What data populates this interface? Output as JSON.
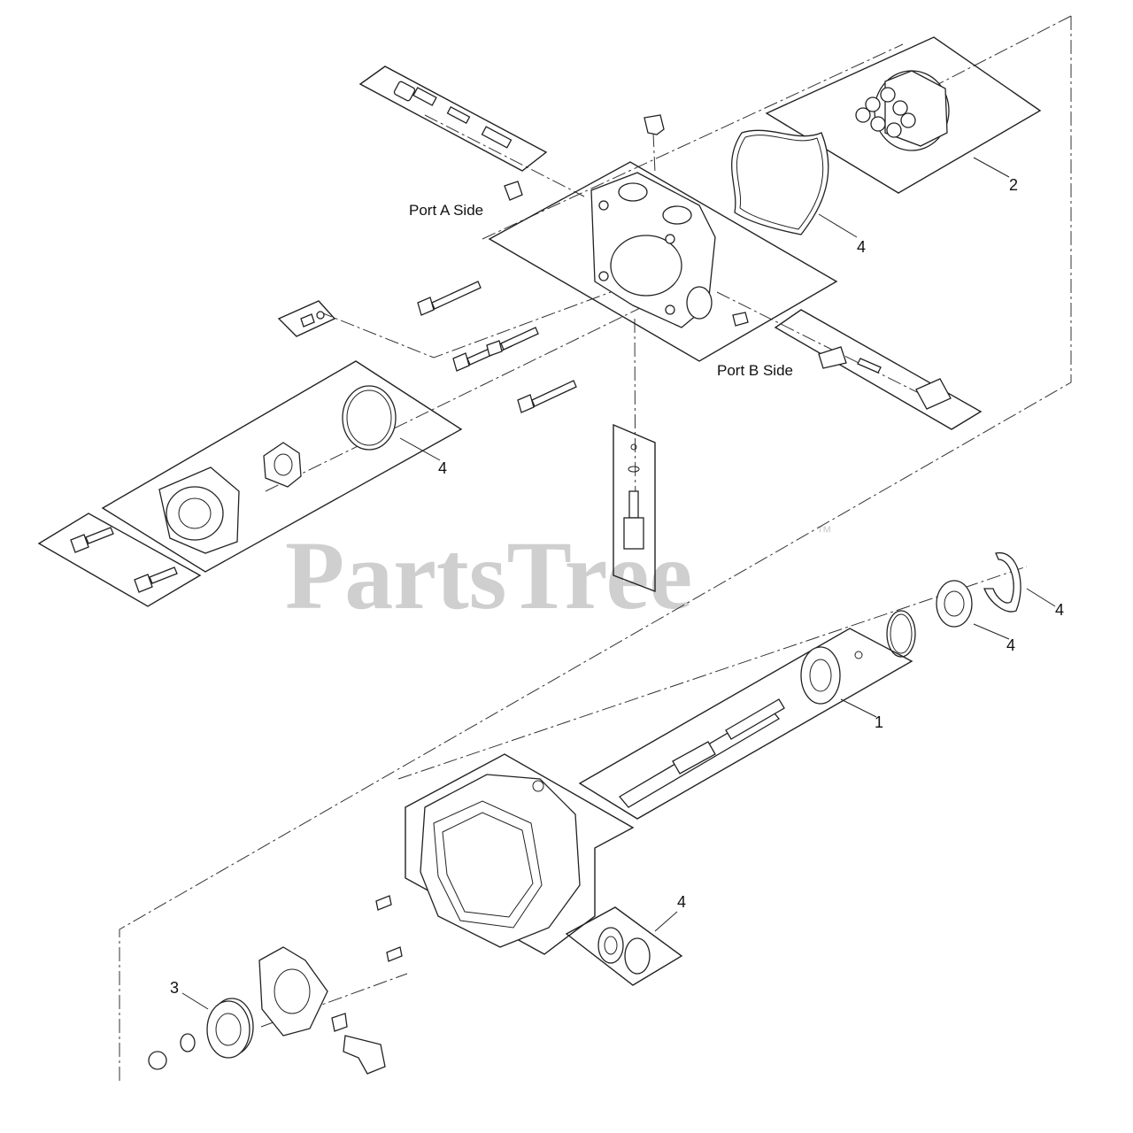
{
  "labels": {
    "port_a": "Port A Side",
    "port_b": "Port B Side"
  },
  "callouts": {
    "c1": "1",
    "c2": "2",
    "c3": "3",
    "c4_oring_top": "4",
    "c4_oring_left": "4",
    "c4_ring_right": "4",
    "c4_bearing": "4",
    "c4_seal": "4"
  },
  "watermark": {
    "text": "PartsTree",
    "mark": "™"
  }
}
